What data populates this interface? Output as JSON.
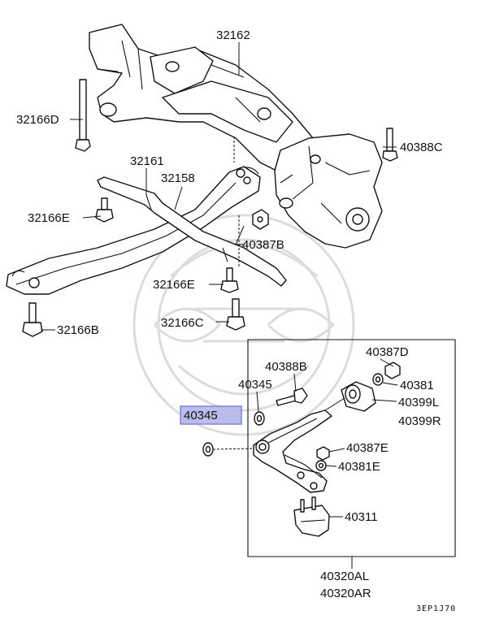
{
  "colors": {
    "highlight_fill": "#b7b9ea",
    "highlight_stroke": "#7a7fd6",
    "line": "#111111",
    "watermark": "#dcdcdc"
  },
  "icons": [
    "bolt-icon",
    "nut-icon",
    "washer-icon",
    "bushing-icon",
    "ball-joint-icon"
  ],
  "labels": {
    "l32162": "32162",
    "l32166D": "32166D",
    "l40388C": "40388C",
    "l32161": "32161",
    "l32158": "32158",
    "l32166E_a": "32166E",
    "l40387B": "40387B",
    "l32166E_b": "32166E",
    "l32166B": "32166B",
    "l32166C": "32166C",
    "l40388B": "40388B",
    "l40387D": "40387D",
    "l40345_a": "40345",
    "l40381": "40381",
    "l40399L": "40399L",
    "l40399R": "40399R",
    "l40345_sel": "40345",
    "l40387E": "40387E",
    "l40381E": "40381E",
    "l40311": "40311",
    "l40320AL": "40320AL",
    "l40320AR": "40320AR",
    "code": "3EP1J70"
  }
}
